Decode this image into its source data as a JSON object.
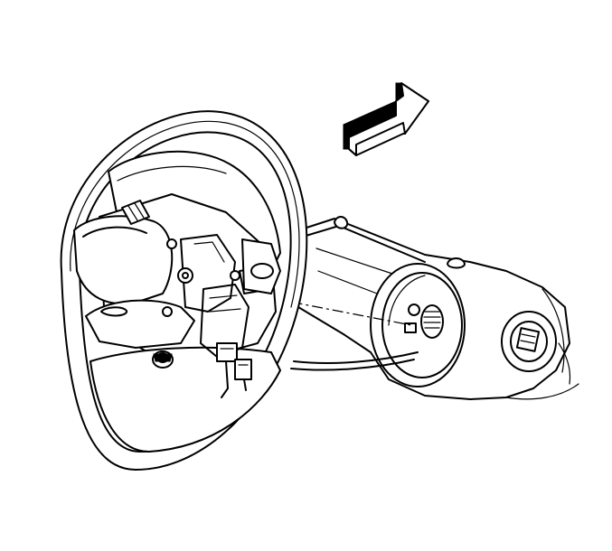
{
  "figure": {
    "subject": "steering-wheel-removal-illustration",
    "parts": [
      "steering-wheel",
      "wheel-hub",
      "mounting-bolt",
      "steering-column",
      "column-shaft",
      "lock-cylinder",
      "wiring-harness",
      "direction-arrow"
    ]
  }
}
